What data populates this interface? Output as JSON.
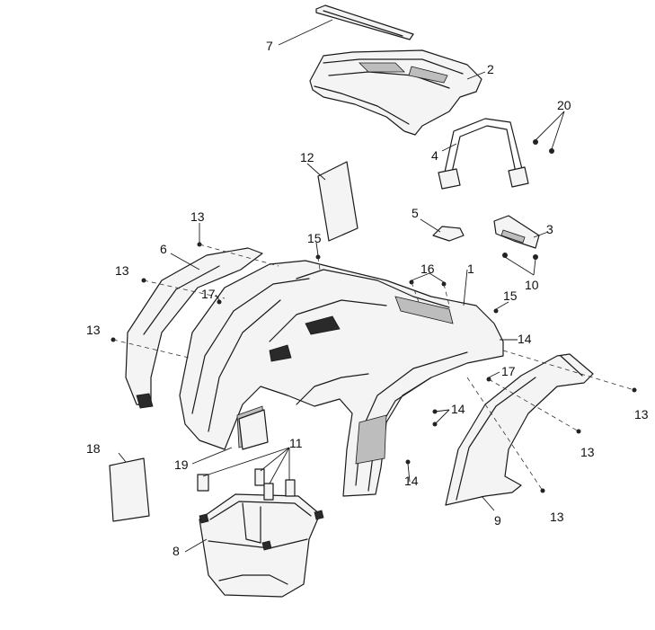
{
  "diagram": {
    "callouts": [
      {
        "id": "c7",
        "label": "7"
      },
      {
        "id": "c2",
        "label": "2"
      },
      {
        "id": "c20",
        "label": "20"
      },
      {
        "id": "c4",
        "label": "4"
      },
      {
        "id": "c12",
        "label": "12"
      },
      {
        "id": "c5",
        "label": "5"
      },
      {
        "id": "c3",
        "label": "3"
      },
      {
        "id": "c13a",
        "label": "13"
      },
      {
        "id": "c6",
        "label": "6"
      },
      {
        "id": "c15a",
        "label": "15"
      },
      {
        "id": "c13b",
        "label": "13"
      },
      {
        "id": "c16",
        "label": "16"
      },
      {
        "id": "c1",
        "label": "1"
      },
      {
        "id": "c10",
        "label": "10"
      },
      {
        "id": "c17a",
        "label": "17"
      },
      {
        "id": "c15b",
        "label": "15"
      },
      {
        "id": "c13c",
        "label": "13"
      },
      {
        "id": "c14a",
        "label": "14"
      },
      {
        "id": "c17b",
        "label": "17"
      },
      {
        "id": "c14b",
        "label": "14"
      },
      {
        "id": "c13d",
        "label": "13"
      },
      {
        "id": "c13e",
        "label": "13"
      },
      {
        "id": "c18",
        "label": "18"
      },
      {
        "id": "c11",
        "label": "11"
      },
      {
        "id": "c19",
        "label": "19"
      },
      {
        "id": "c14c",
        "label": "14"
      },
      {
        "id": "c13f",
        "label": "13"
      },
      {
        "id": "c9",
        "label": "9"
      },
      {
        "id": "c8",
        "label": "8"
      }
    ]
  }
}
